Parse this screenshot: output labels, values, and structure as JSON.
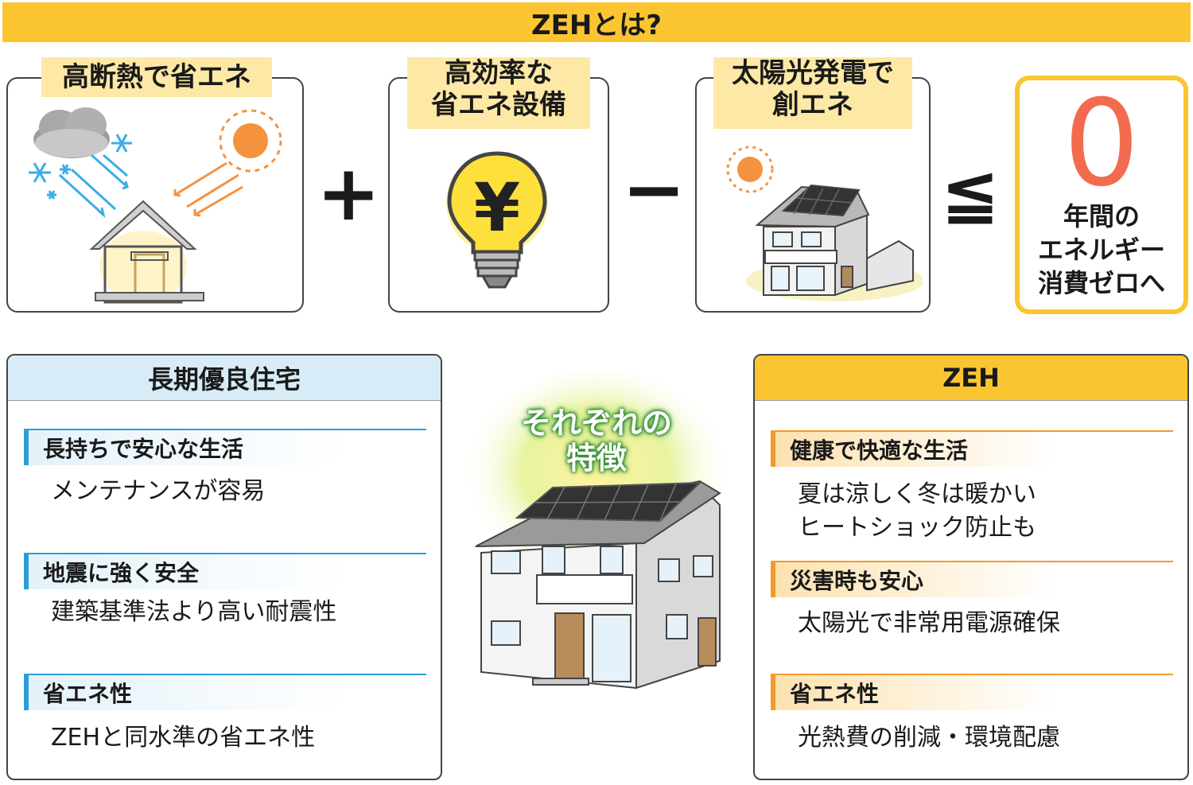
{
  "banner": {
    "title": "ZEHとは?"
  },
  "equation": {
    "box1": {
      "label": "高断熱で省エネ"
    },
    "plus": "+",
    "box2": {
      "label_line1": "高効率な",
      "label_line2": "省エネ設備",
      "icon_text": "¥"
    },
    "minus": "−",
    "box3": {
      "label_line1": "太陽光発電で",
      "label_line2": "創エネ"
    },
    "leq": "≦",
    "result": {
      "number": "0",
      "line1": "年間の",
      "line2": "エネルギー",
      "line3": "消費ゼロへ"
    }
  },
  "center": {
    "title_line1": "それぞれの",
    "title_line2": "特徴"
  },
  "left_panel": {
    "title": "長期優良住宅",
    "sections": [
      {
        "title": "長持ちで安心な生活",
        "desc": [
          "メンテナンスが容易"
        ]
      },
      {
        "title": "地震に強く安全",
        "desc": [
          "建築基準法より高い耐震性"
        ]
      },
      {
        "title": "省エネ性",
        "desc": [
          "ZEHと同水準の省エネ性"
        ]
      }
    ]
  },
  "right_panel": {
    "title": "ZEH",
    "sections": [
      {
        "title": "健康で快適な生活",
        "desc": [
          "夏は涼しく冬は暖かい",
          "ヒートショック防止も"
        ]
      },
      {
        "title": "災害時も安心",
        "desc": [
          "太陽光で非常用電源確保"
        ]
      },
      {
        "title": "省エネ性",
        "desc": [
          "光熱費の削減・環境配慮"
        ]
      }
    ]
  },
  "colors": {
    "banner": "#fbc531",
    "label_bg": "#fde9a5",
    "zero": "#f26b4f",
    "blue_accent": "#2a9fd6",
    "orange_accent": "#f29a2e"
  }
}
